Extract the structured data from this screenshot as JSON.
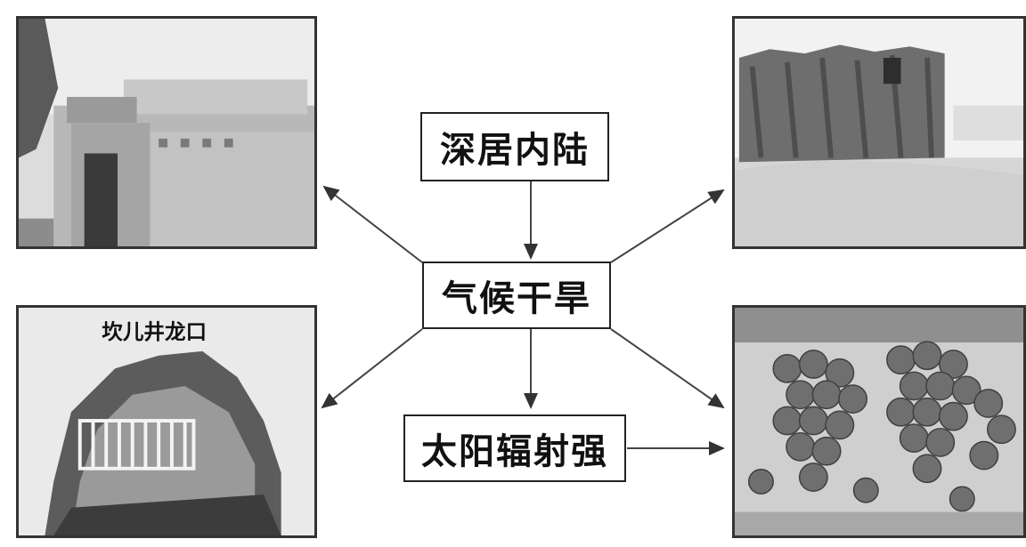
{
  "nodes": {
    "inland": "深居内陆",
    "arid": "气候干旱",
    "solar": "太阳辐射强"
  },
  "photos": {
    "top_left": "flat-roofed-earthen-house",
    "top_right": "thick-earthen-wall-in-desert",
    "bottom_left": "karez-well-entrance",
    "bottom_right": "grape-clusters"
  },
  "captions": {
    "karez": "坎儿井龙口"
  }
}
